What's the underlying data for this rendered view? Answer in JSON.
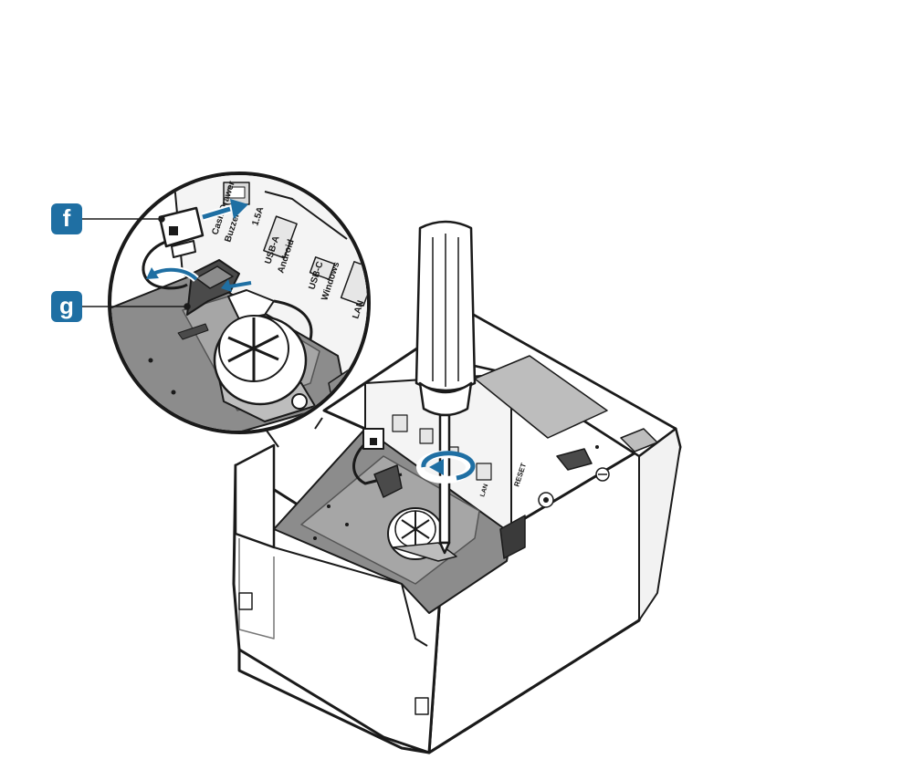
{
  "callouts": [
    {
      "letter": "f",
      "target": "cash-drawer-cable-connector"
    },
    {
      "letter": "g",
      "target": "cable-clamp"
    }
  ],
  "port_labels": {
    "cash_drawer": "Cash Drawer",
    "buzzer": "Buzzer",
    "usb_a_rating": "1.5A",
    "usb_a": "USB-A",
    "android": "Android",
    "usb_c": "USB-C",
    "windows": "Windows",
    "lan": "LAN",
    "reset": "RESET"
  },
  "colors": {
    "accent": "#1f6fa3",
    "outline": "#1a1a1a",
    "body": "#ffffff",
    "shadow_gray": "#8c8c8c",
    "mid_gray": "#bdbdbd",
    "light_gray": "#e6e6e6"
  },
  "icons": {
    "rotation": "clockwise-rotation-arrow",
    "insert": "insert-arrow",
    "tool": "phillips-screwdriver"
  }
}
